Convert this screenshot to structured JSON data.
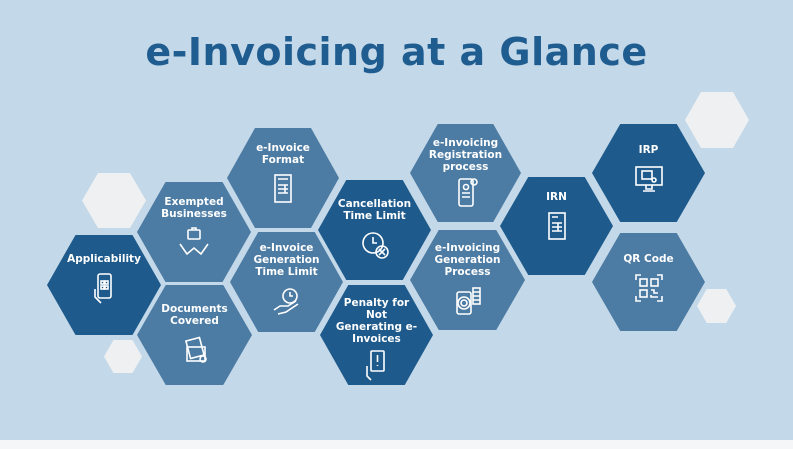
{
  "title": "e-Invoicing at a Glance",
  "hexagons": [
    {
      "label": "Applicability",
      "icon": "phone-hand-icon"
    },
    {
      "label": "Exempted Businesses",
      "icon": "handshake-briefcase-icon"
    },
    {
      "label": "Documents Covered",
      "icon": "documents-icon"
    },
    {
      "label": "e-Invoice Format",
      "icon": "invoice-icon"
    },
    {
      "label": "e-Invoice Generation Time Limit",
      "icon": "clock-hand-icon"
    },
    {
      "label": "Cancellation Time Limit",
      "icon": "clock-cancel-icon"
    },
    {
      "label": "Penalty for Not Generating e-Invoices",
      "icon": "alert-card-icon"
    },
    {
      "label": "e-Invoicing Registration process",
      "icon": "registration-tablet-icon"
    },
    {
      "label": "e-Invoicing Generation Process",
      "icon": "fingerprint-phone-icon"
    },
    {
      "label": "IRN",
      "icon": "document-table-icon"
    },
    {
      "label": "IRP",
      "icon": "monitor-icon"
    },
    {
      "label": "QR Code",
      "icon": "qr-code-icon"
    }
  ],
  "colors": {
    "background": "#c3d8e8",
    "dark": "#1e5a8b",
    "mid": "#4c7ba3",
    "title": "#1f5c90"
  }
}
